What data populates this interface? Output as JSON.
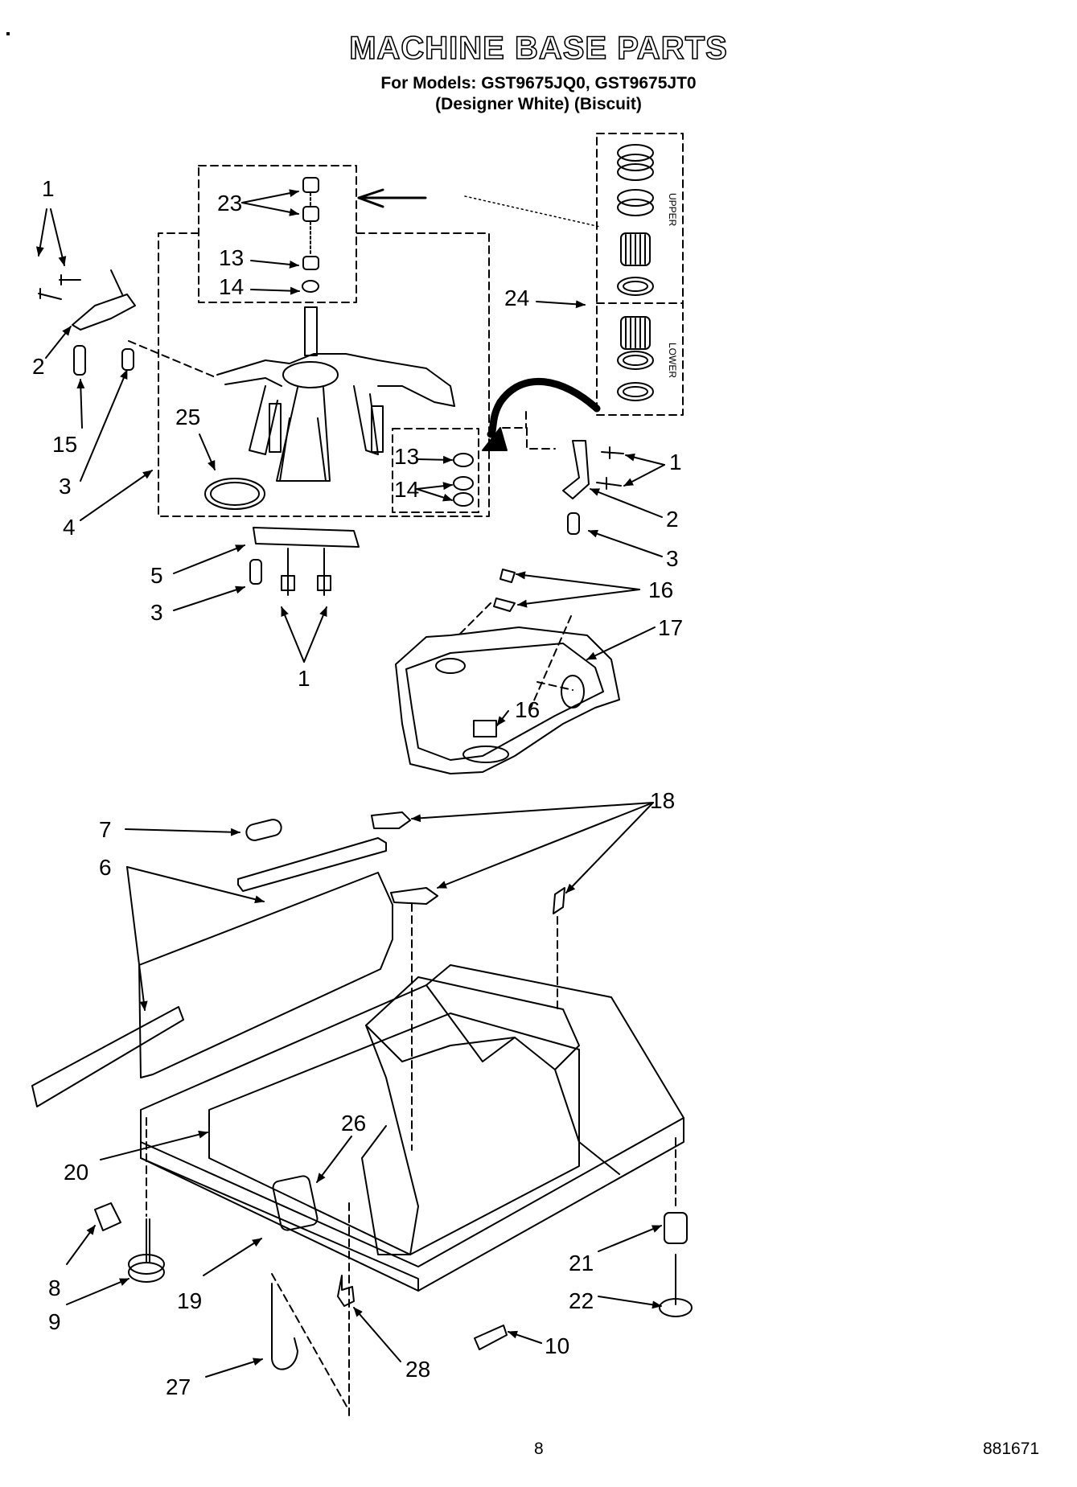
{
  "header": {
    "title": "MACHINE BASE PARTS",
    "subtitle": "For Models: GST9675JQ0, GST9675JT0",
    "colors_line": "(Designer White)  (Biscuit)"
  },
  "inset": {
    "upper_label": "UPPER",
    "lower_label": "LOWER"
  },
  "callouts": [
    {
      "id": "c1a",
      "text": "1"
    },
    {
      "id": "c2a",
      "text": "2"
    },
    {
      "id": "c15",
      "text": "15"
    },
    {
      "id": "c3a",
      "text": "3"
    },
    {
      "id": "c4",
      "text": "4"
    },
    {
      "id": "c25",
      "text": "25"
    },
    {
      "id": "c23",
      "text": "23"
    },
    {
      "id": "c13a",
      "text": "13"
    },
    {
      "id": "c14a",
      "text": "14"
    },
    {
      "id": "c24",
      "text": "24"
    },
    {
      "id": "c13b",
      "text": "13"
    },
    {
      "id": "c14b",
      "text": "14"
    },
    {
      "id": "c1b",
      "text": "1"
    },
    {
      "id": "c2b",
      "text": "2"
    },
    {
      "id": "c3b",
      "text": "3"
    },
    {
      "id": "c5",
      "text": "5"
    },
    {
      "id": "c3c",
      "text": "3"
    },
    {
      "id": "c1c",
      "text": "1"
    },
    {
      "id": "c16a",
      "text": "16"
    },
    {
      "id": "c17",
      "text": "17"
    },
    {
      "id": "c16b",
      "text": "16"
    },
    {
      "id": "c18",
      "text": "18"
    },
    {
      "id": "c7",
      "text": "7"
    },
    {
      "id": "c6",
      "text": "6"
    },
    {
      "id": "c26",
      "text": "26"
    },
    {
      "id": "c20",
      "text": "20"
    },
    {
      "id": "c8",
      "text": "8"
    },
    {
      "id": "c9",
      "text": "9"
    },
    {
      "id": "c19",
      "text": "19"
    },
    {
      "id": "c21",
      "text": "21"
    },
    {
      "id": "c22",
      "text": "22"
    },
    {
      "id": "c10",
      "text": "10"
    },
    {
      "id": "c27",
      "text": "27"
    },
    {
      "id": "c28",
      "text": "28"
    }
  ],
  "footer": {
    "page_number": "8",
    "doc_number": "881671"
  }
}
